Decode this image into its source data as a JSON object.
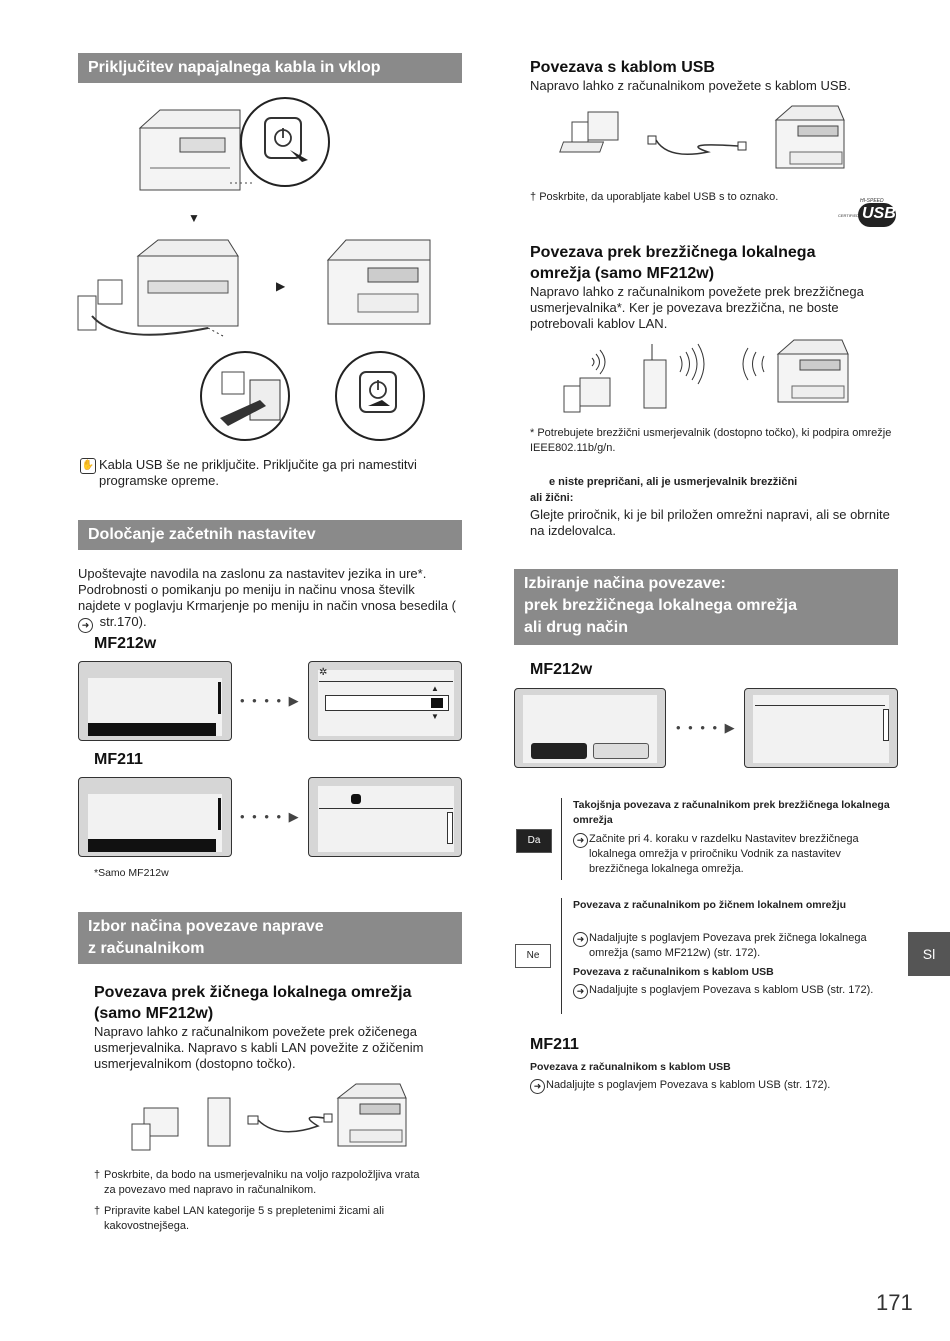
{
  "left": {
    "s1_title": "Priključitev napajalnega kabla in vklop",
    "s1_note": "Kabla USB še ne priključite. Priključite ga pri namestitvi programske opreme.",
    "s2_title": "Določanje začetnih nastavitev",
    "s2_text": "Upoštevajte navodila na zaslonu za nastavitev jezika in ure*. Podrobnosti o pomikanju po meniju in načinu vnosa številk najdete v poglavju   Krmarjenje po meniju in način vnosa besedila   (",
    "s2_text_ref": " str.170).",
    "s2_mf212w": "MF212w",
    "s2_mf211": "MF211",
    "s2_footnote": "*Samo MF212w",
    "s3_title_1": "Izbor načina povezave naprave",
    "s3_title_2": "z računalnikom",
    "s3_sub_1": "Povezava prek žičnega lokalnega omrežja",
    "s3_sub_2": "(samo MF212w)",
    "s3_text": "Napravo lahko z računalnikom povežete prek ožičenega usmerjevalnika. Napravo s kabli LAN povežite z ožičenim usmerjevalnikom (dostopno točko).",
    "s3_note1": "Poskrbite, da bodo na usmerjevalniku na voljo razpoložljiva vrata za povezavo med napravo in računalnikom.",
    "s3_note2": "Pripravite kabel LAN kategorije 5 s prepletenimi žicami ali kakovostnejšega."
  },
  "right": {
    "usb_title": "Povezava s kablom USB",
    "usb_text": "Napravo lahko z računalnikom povežete s kablom USB.",
    "usb_note": "Poskrbite, da uporabljate kabel USB s to oznako.",
    "usb_logo_top": "HI-SPEED",
    "usb_logo": "USB",
    "usb_logo_bottom": "CERTIFIED",
    "wl_title_1": "Povezava prek brezžičnega lokalnega",
    "wl_title_2": "omrežja (samo MF212w)",
    "wl_text": "Napravo lahko z računalnikom povežete prek brezžičnega usmerjevalnika*. Ker je povezava brezžična, ne boste potrebovali kablov LAN.",
    "wl_note": "* Potrebujete brezžični usmerjevalnik (dostopno točko), ki podpira omrežje IEEE802.11b/g/n.",
    "wl_q_1": "e niste prepričani, ali je usmerjevalnik brezžični",
    "wl_q_2": "ali žični:",
    "wl_q_text": "Glejte priročnik, ki je bil priložen omrežni napravi, ali se obrnite na izdelovalca.",
    "sel_title_1": "Izbiranje načina povezave:",
    "sel_title_2": "prek brezžičnega lokalnega omrežja",
    "sel_title_3": "ali drug način",
    "sel_mf212w": "MF212w",
    "da_label": "Da",
    "da_head": "Takojšnja povezava z računalnikom prek brezžičnega lokalnega omrežja",
    "da_text": "Začnite pri 4. koraku v razdelku   Nastavitev brezžičnega lokalnega omrežja   v priročniku Vodnik za nastavitev brezžičnega lokalnega omrežja.",
    "ne_label": "Ne",
    "ne_head1": "Povezava z računalnikom po žičnem lokalnem omrežju",
    "ne_text1": "Nadaljujte s poglavjem   Povezava prek žičnega lokalnega omrežja (samo MF212w)   (str. 172).",
    "ne_head2": "Povezava z računalnikom s kablom USB",
    "ne_text2": "Nadaljujte s poglavjem   Povezava s kablom USB   (str. 172).",
    "mf211_title": "MF211",
    "mf211_head": "Povezava z računalnikom s kablom USB",
    "mf211_text": "Nadaljujte s poglavjem   Povezava s kablom USB   (str. 172)."
  },
  "side_tab": "Sl",
  "page_number": "171"
}
